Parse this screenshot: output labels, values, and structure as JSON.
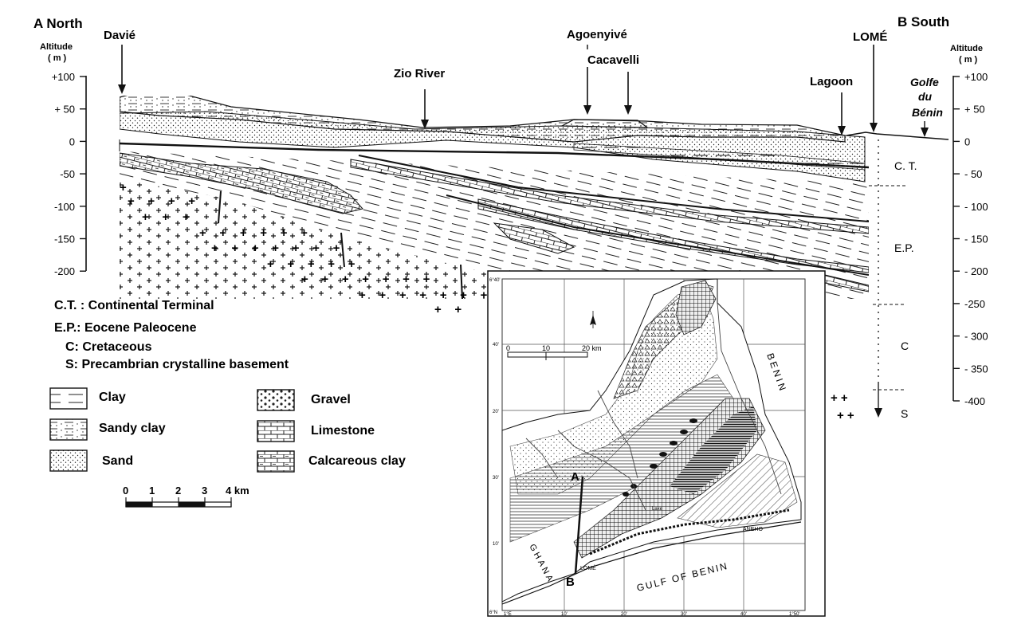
{
  "section": {
    "end_a": "A North",
    "end_b": "B South",
    "axis_title_line1": "Altitude",
    "axis_title_line2": "( m )",
    "left_ticks": [
      "+100",
      "+ 50",
      "0",
      "-50",
      "-100",
      "-150",
      "-200"
    ],
    "right_ticks": [
      "+100",
      "+ 50",
      "0",
      "- 50",
      "- 100",
      "- 150",
      "- 200",
      "-250",
      "- 300",
      "- 350",
      "-400"
    ],
    "places": {
      "davie": "Davié",
      "zio": "Zio River",
      "agoenyive": "Agoenyivé",
      "cacavelli": "Cacavelli",
      "lagoon": "Lagoon",
      "lome": "LOMÉ",
      "golfe_1": "Golfe",
      "golfe_2": "du",
      "golfe_3": "Bénin"
    },
    "units": [
      "C. T.",
      "E.P.",
      "C",
      "S"
    ]
  },
  "abbreviations": [
    "C.T. : Continental Terminal",
    "E.P.: Eocene Paleocene",
    "C: Cretaceous",
    "S: Precambrian crystalline basement"
  ],
  "legend": [
    {
      "key": "clay",
      "label": "Clay"
    },
    {
      "key": "sandy_clay",
      "label": "Sandy clay"
    },
    {
      "key": "sand",
      "label": "Sand"
    },
    {
      "key": "gravel",
      "label": "Gravel"
    },
    {
      "key": "limestone",
      "label": "Limestone"
    },
    {
      "key": "calcareous_clay",
      "label": "Calcareous clay"
    }
  ],
  "scale_bar": {
    "ticks": [
      "0",
      "1",
      "2",
      "3",
      "4 km"
    ]
  },
  "map": {
    "scale_ticks": [
      "0",
      "10",
      "20 km"
    ],
    "benin_label": "BENIN",
    "ghana_label": "GHANA",
    "gulf_label": "GULF OF BENIN",
    "lome_label": "LOMÉ",
    "aneho_label": "ANEHO",
    "lake_label": "Lake",
    "point_a": "A",
    "point_b": "B",
    "lat_labels": [
      "6°40'",
      "40'",
      "20'",
      "30'",
      "10'",
      "6°N"
    ],
    "lon_labels": [
      "1°E",
      "10'",
      "20'",
      "30'",
      "40'",
      "1°50'"
    ]
  }
}
